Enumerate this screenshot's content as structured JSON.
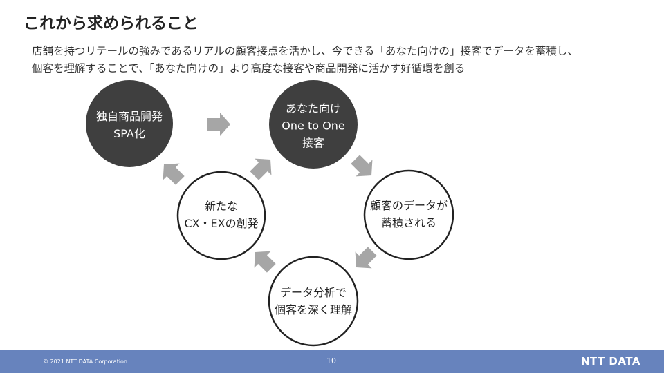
{
  "title": "これから求められること",
  "description": [
    "店舗を持つリテールの強みであるリアルの顧客接点を活かし、今できる「あなた向けの」接客でデータを蓄積し、",
    "個客を理解することで、「あなた向けの」より高度な接客や商品開発に活かす好循環を創る"
  ],
  "cycle": [
    {
      "lines": [
        "独自商品開発",
        "SPA化"
      ],
      "style": "dark"
    },
    {
      "lines": [
        "あなた向け",
        "One to One",
        "接客"
      ],
      "style": "dark"
    },
    {
      "lines": [
        "顧客のデータが",
        "蓄積される"
      ],
      "style": "outline"
    },
    {
      "lines": [
        "データ分析で",
        "個客を深く理解"
      ],
      "style": "outline"
    },
    {
      "lines": [
        "新たな",
        "CX・EXの創発"
      ],
      "style": "outline"
    }
  ],
  "colors": {
    "dark": "#3f3f3f",
    "arrow": "#a6a6a6",
    "footer": "#6783bd"
  },
  "footer": {
    "copyright": "© 2021 NTT DATA Corporation",
    "page": "10",
    "logo": "NTT DATA"
  }
}
